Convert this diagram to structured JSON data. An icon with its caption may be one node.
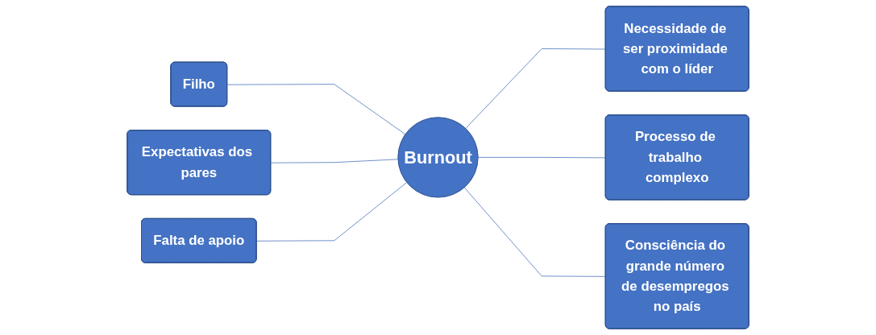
{
  "diagram": {
    "nodes": [
      {
        "text": [
          "Filho"
        ]
      },
      {
        "text": [
          "Expectativas dos pares"
        ]
      },
      {
        "text": [
          "Falta de apoio"
        ]
      },
      {
        "text": [
          "Burnout"
        ]
      },
      {
        "text": [
          "Necessidade de ser proximidade com o líder"
        ]
      },
      {
        "text": [
          "Processo de trabalho complexo"
        ]
      },
      {
        "text": [
          "Consciência do grande número de desempregos no país"
        ]
      }
    ],
    "edges": [
      {
        "from": 0,
        "to": 3,
        "arrow": "none"
      },
      {
        "from": 1,
        "to": 3,
        "arrow": "none"
      },
      {
        "from": 2,
        "to": 3,
        "arrow": "none"
      },
      {
        "from": 3,
        "to": 4,
        "arrow": "none"
      },
      {
        "from": 3,
        "to": 5,
        "arrow": "none"
      },
      {
        "from": 3,
        "to": 6,
        "arrow": "none"
      }
    ]
  }
}
